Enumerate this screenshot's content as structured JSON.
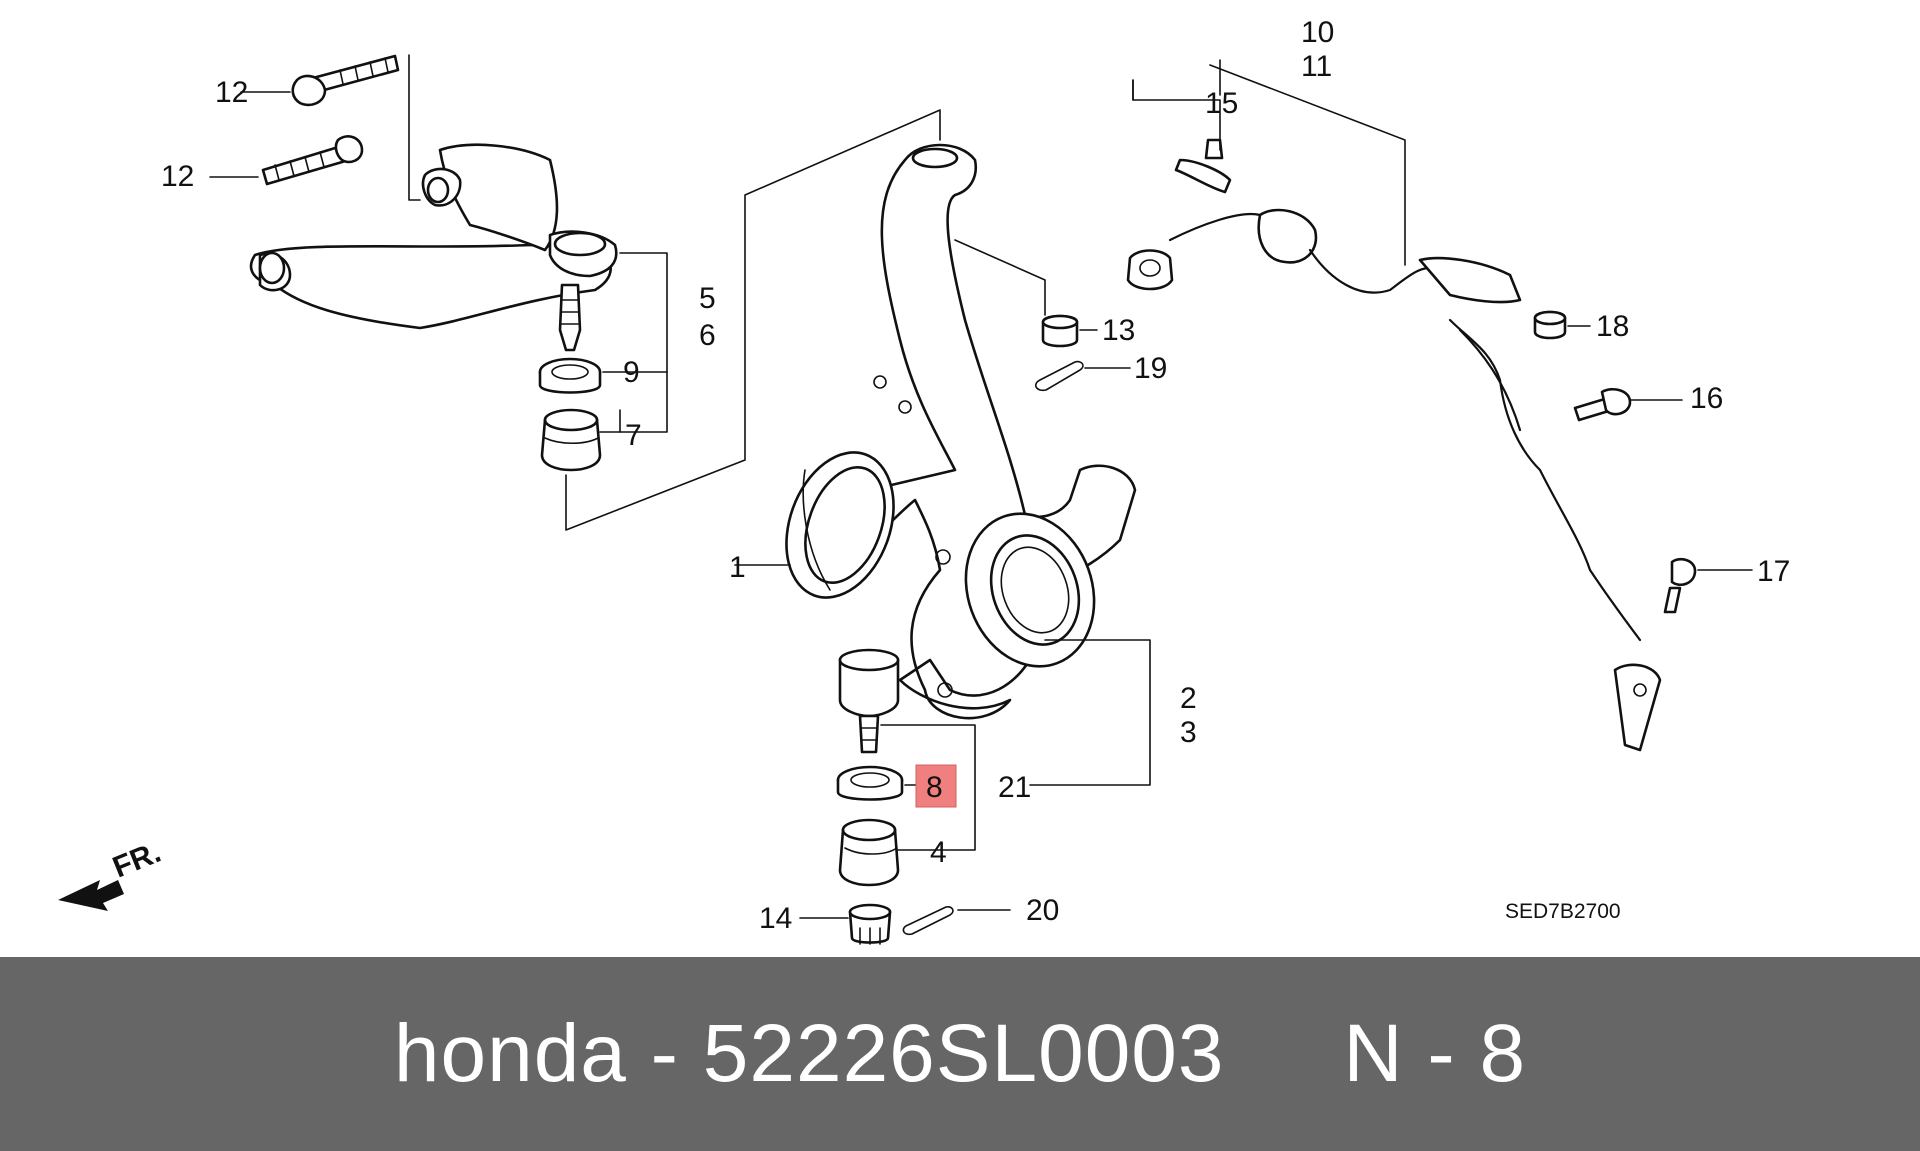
{
  "diagram": {
    "part_callouts": [
      "1",
      "2",
      "3",
      "4",
      "5",
      "6",
      "7",
      "8",
      "9",
      "10",
      "11",
      "12",
      "12",
      "13",
      "14",
      "15",
      "16",
      "17",
      "18",
      "19",
      "20",
      "21"
    ],
    "highlighted_callout": "8",
    "drawing_code": "SED7B2700",
    "front_marker": "FR.",
    "colors": {
      "highlight_fill": "#f08080",
      "line": "#111111",
      "footer_bg": "#666666",
      "footer_text": "#ffffff"
    }
  },
  "footer": {
    "text": "honda - 52226SL0003     N - 8"
  }
}
